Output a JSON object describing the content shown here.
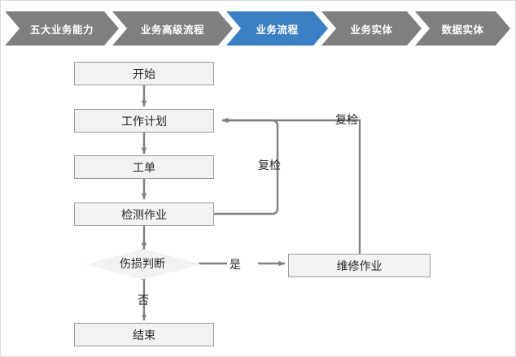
{
  "breadcrumb": {
    "items": [
      {
        "label": "五大业务能力",
        "state": "inactive"
      },
      {
        "label": "业务高级流程",
        "state": "inactive"
      },
      {
        "label": "业务流程",
        "state": "active"
      },
      {
        "label": "业务实体",
        "state": "inactive"
      },
      {
        "label": "数据实体",
        "state": "inactive"
      }
    ],
    "colors": {
      "inactive": "#7f7f7f",
      "active": "#3b7fc4",
      "text": "#ffffff"
    }
  },
  "flowchart": {
    "colors": {
      "node_fill": "#f2f2f2",
      "node_border": "#9a9a9a",
      "connector": "#808080",
      "text": "#262626"
    },
    "nodes": [
      {
        "id": "start",
        "label": "开始",
        "shape": "rect"
      },
      {
        "id": "work_plan",
        "label": "工作计划",
        "shape": "rect"
      },
      {
        "id": "work_order",
        "label": "工单",
        "shape": "rect"
      },
      {
        "id": "inspection",
        "label": "检测作业",
        "shape": "rect"
      },
      {
        "id": "decision",
        "label": "伤损判断",
        "shape": "diamond"
      },
      {
        "id": "repair",
        "label": "维修作业",
        "shape": "rect"
      },
      {
        "id": "end",
        "label": "结束",
        "shape": "rect"
      }
    ],
    "edge_labels": {
      "yes": "是",
      "no": "否",
      "recheck_inner": "复检",
      "recheck_outer": "复检"
    }
  }
}
